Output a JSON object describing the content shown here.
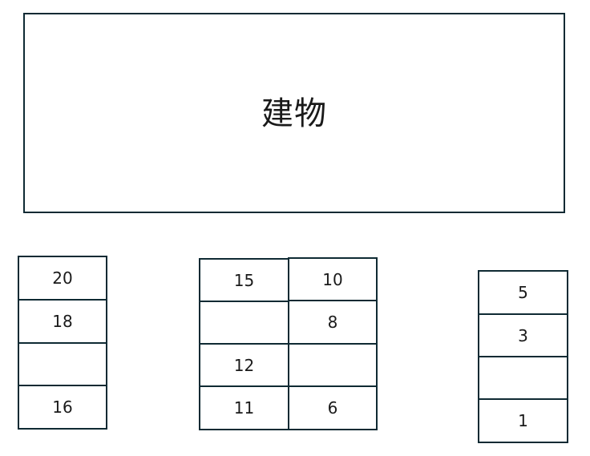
{
  "building": {
    "label": "建物"
  },
  "parking": {
    "left_column": {
      "stalls": [
        "20",
        "18",
        "",
        "16"
      ]
    },
    "center_left_column": {
      "stalls": [
        "15",
        "",
        "12",
        "11"
      ]
    },
    "center_right_column": {
      "stalls": [
        "10",
        "8",
        "",
        "6"
      ]
    },
    "right_column": {
      "stalls": [
        "5",
        "3",
        "",
        "1"
      ]
    }
  }
}
